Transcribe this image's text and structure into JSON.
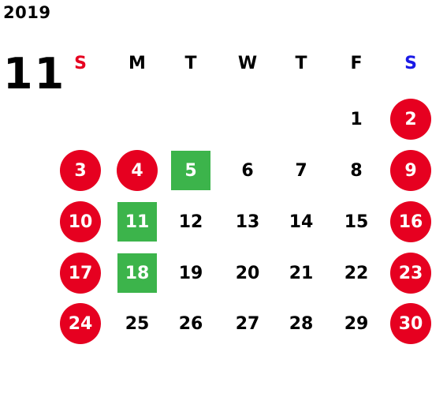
{
  "year": "2019",
  "month": "11",
  "colors": {
    "sunday": "#e60020",
    "saturday": "#1a1ae6",
    "holiday_fill": "#e60020",
    "event_fill": "#3cb44b",
    "text": "#000000"
  },
  "weekdays": [
    "S",
    "M",
    "T",
    "W",
    "T",
    "F",
    "S"
  ],
  "weeks": [
    [
      null,
      null,
      null,
      null,
      null,
      "1",
      "2"
    ],
    [
      "3",
      "4",
      "5",
      "6",
      "7",
      "8",
      "9"
    ],
    [
      "10",
      "11",
      "12",
      "13",
      "14",
      "15",
      "16"
    ],
    [
      "17",
      "18",
      "19",
      "20",
      "21",
      "22",
      "23"
    ],
    [
      "24",
      "25",
      "26",
      "27",
      "28",
      "29",
      "30"
    ]
  ],
  "holidays": [
    "2",
    "3",
    "4",
    "9",
    "10",
    "16",
    "17",
    "23",
    "24",
    "30"
  ],
  "events": [
    "5",
    "11",
    "18"
  ]
}
